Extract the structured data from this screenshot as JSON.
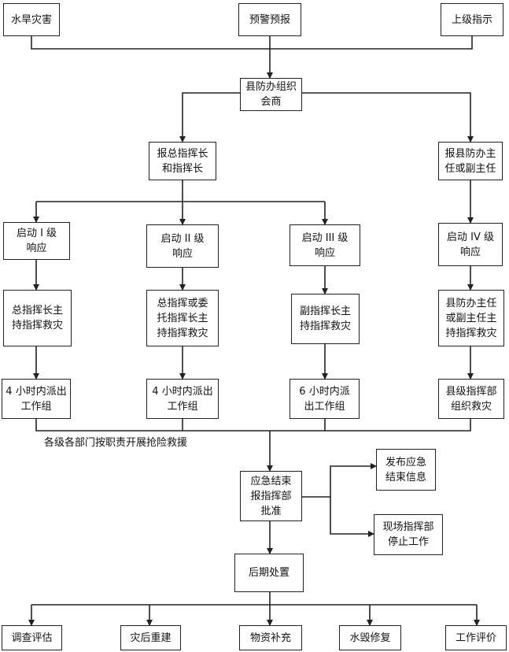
{
  "nodes": {
    "disaster": "水旱灾害",
    "forecast": "预警预报",
    "superior": "上级指示",
    "consult": "县防办组织\n会商",
    "report_chief": "报总指挥长\n和指挥长",
    "report_director": "报县防办主\n任或副主任",
    "level1": "启动 I 级\n响应",
    "level2": "启动 II 级\n响应",
    "level3": "启动 III 级\n响应",
    "level4": "启动 IV 级\n响应",
    "cmd1": "总指挥长主\n持指挥救灾",
    "cmd2": "总指挥或委\n托指挥长主\n持指挥救灾",
    "cmd3": "副指挥长主\n持指挥救灾",
    "cmd4": "县防办主任\n或副主任主\n持指挥救灾",
    "team1": "4 小时内派出\n工作组",
    "team2": "4 小时内派出\n工作组",
    "team3": "6 小时内派\n出工作组",
    "team4": "县级指挥部\n组织救灾",
    "end_approval": "应急结束\n报指挥部\n批准",
    "publish_end": "发布应急\n结束信息",
    "stop_site": "现场指挥部\n停止工作",
    "aftermath": "后期处置",
    "survey": "调查评估",
    "rebuild": "灾后重建",
    "supplies": "物资补充",
    "repair": "水毁修复",
    "evaluation": "工作评价"
  },
  "labels": {
    "rescue": "各级各部门按职责开展抢险救援"
  }
}
